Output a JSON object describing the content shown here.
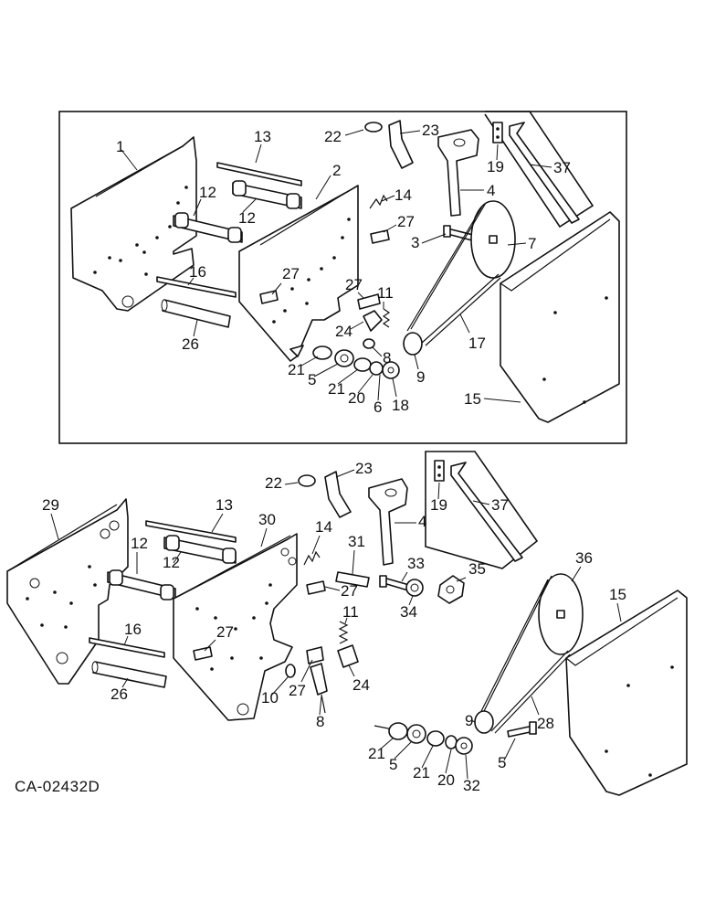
{
  "drawing_code": "CA-02432D",
  "upper_view": {
    "labels": [
      "1",
      "13",
      "2",
      "12",
      "12",
      "16",
      "26",
      "27",
      "14",
      "27",
      "3",
      "4",
      "7",
      "22",
      "23",
      "19",
      "37",
      "11",
      "27",
      "24",
      "21",
      "5",
      "21",
      "20",
      "6",
      "18",
      "8",
      "9",
      "17",
      "15"
    ]
  },
  "lower_view": {
    "labels": [
      "29",
      "13",
      "30",
      "12",
      "12",
      "16",
      "26",
      "27",
      "10",
      "14",
      "31",
      "27",
      "11",
      "24",
      "27",
      "8",
      "22",
      "23",
      "4",
      "19",
      "37",
      "33",
      "34",
      "35",
      "36",
      "15",
      "9",
      "28",
      "21",
      "5",
      "21",
      "20",
      "32",
      "5"
    ]
  }
}
